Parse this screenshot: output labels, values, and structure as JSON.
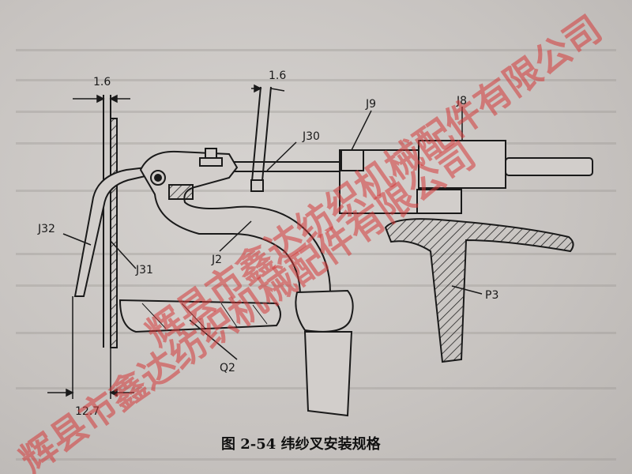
{
  "labels": {
    "j32": "J32",
    "j31": "J31",
    "j30": "J30",
    "j9": "J9",
    "j8": "J8",
    "j2": "J2",
    "p3": "P3",
    "q2": "Q2"
  },
  "dimensions": {
    "gap_left": "1.6",
    "gap_right": "1.6",
    "bottom": "12.7"
  },
  "caption": "图 2-54  纬纱叉安装规格",
  "watermark": {
    "line1": "辉县市鑫达纺织机械配件有限公司",
    "line2": "辉县市鑫达纺织机械配件有限公司",
    "color": "#d43a3a"
  }
}
